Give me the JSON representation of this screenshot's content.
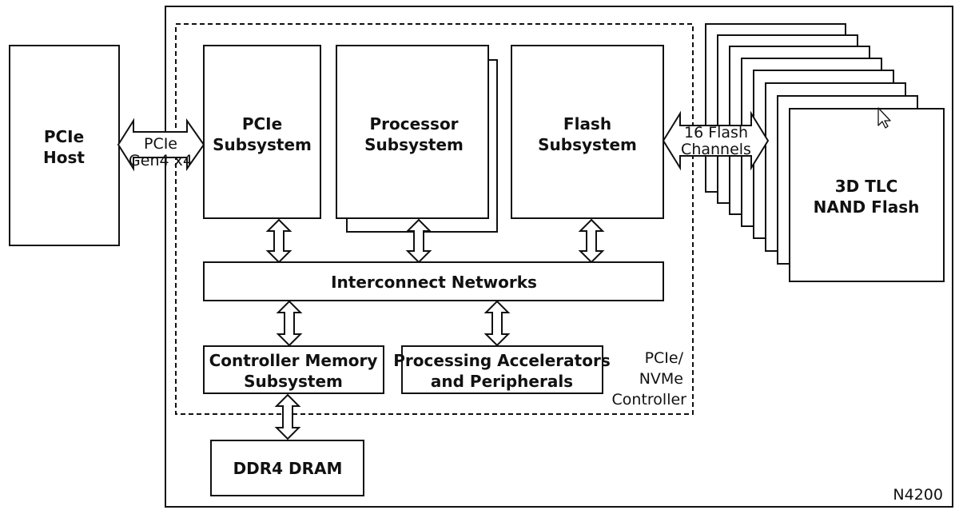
{
  "diagram": {
    "host": {
      "line1": "PCIe",
      "line2": "Host"
    },
    "host_link": {
      "line1": "PCIe",
      "line2": "Gen4 x4"
    },
    "pcie_subsystem": {
      "line1": "PCIe",
      "line2": "Subsystem"
    },
    "processor_subsystem": {
      "line1": "Processor",
      "line2": "Subsystem"
    },
    "flash_subsystem": {
      "line1": "Flash",
      "line2": "Subsystem"
    },
    "flash_link": {
      "line1": "16 Flash",
      "line2": "Channels"
    },
    "nand": {
      "line1": "3D TLC",
      "line2": "NAND Flash"
    },
    "interconnect": "Interconnect Networks",
    "controller_memory": {
      "line1": "Controller Memory",
      "line2": "Subsystem"
    },
    "accelerators": {
      "line1": "Processing Accelerators",
      "line2": "and Peripherals"
    },
    "controller_label": {
      "line1": "PCIe/",
      "line2": "NVMe",
      "line3": "Controller"
    },
    "dram": "DDR4 DRAM",
    "model": "N4200"
  }
}
